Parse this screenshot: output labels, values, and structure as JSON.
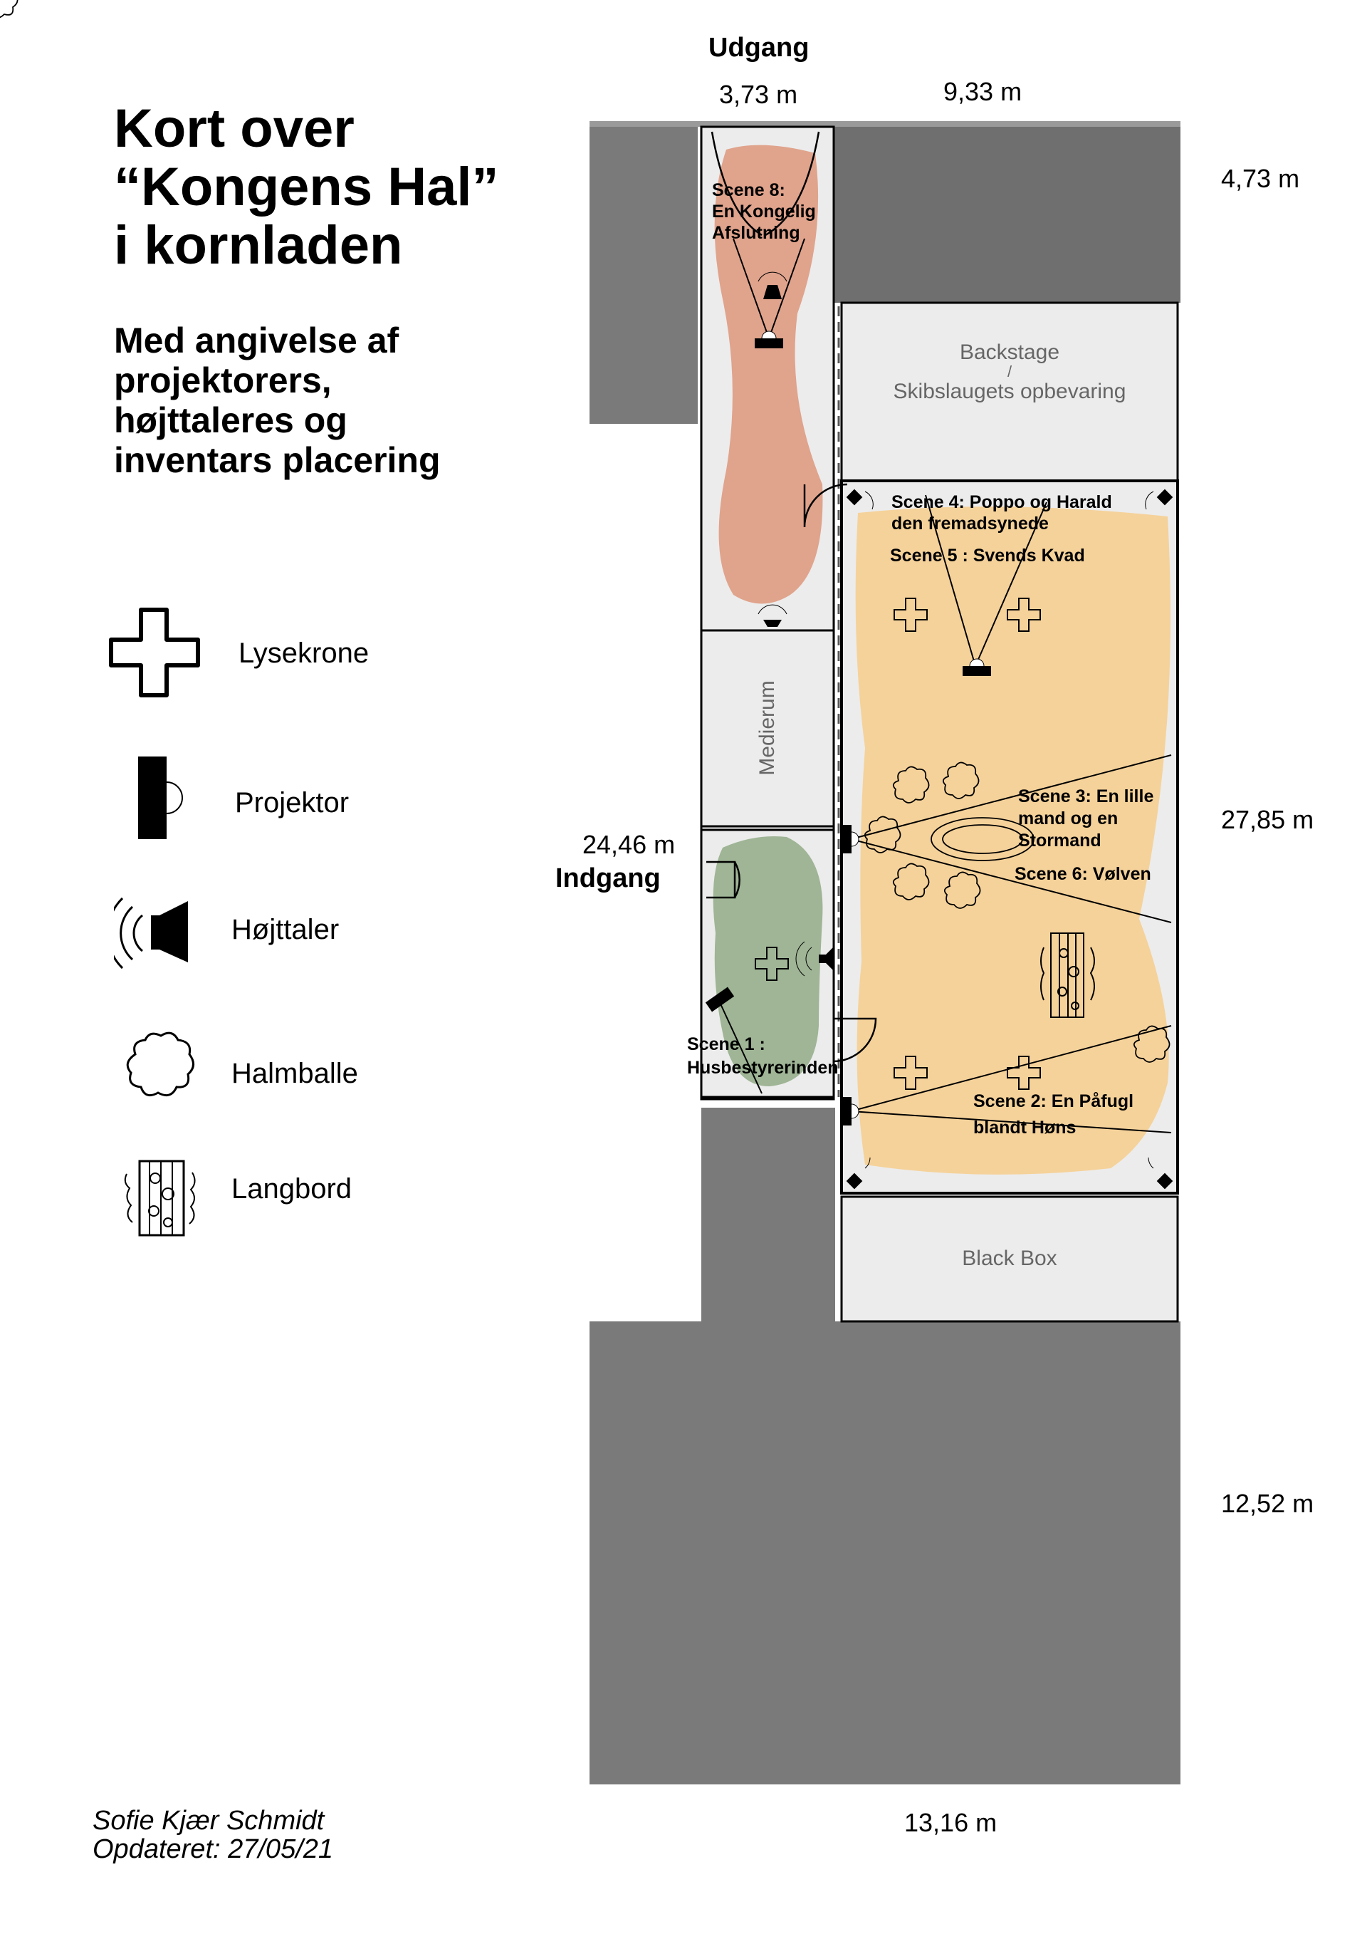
{
  "title": {
    "lines": [
      "Kort over",
      "“Kongens Hal”",
      "i kornladen"
    ]
  },
  "subtitle": {
    "lines": [
      "Med angivelse af",
      "projektorers,",
      "højttaleres og",
      "inventars placering"
    ]
  },
  "legend": [
    {
      "icon": "chandelier-icon",
      "label": "Lysekrone"
    },
    {
      "icon": "projector-icon",
      "label": "Projektor"
    },
    {
      "icon": "speaker-icon",
      "label": "Højttaler"
    },
    {
      "icon": "hay-bale-icon",
      "label": "Halmballe"
    },
    {
      "icon": "long-table-icon",
      "label": "Langbord"
    }
  ],
  "dimensions": {
    "top_left": "3,73 m",
    "top_right": "9,33 m",
    "right_top": "4,73 m",
    "right_middle": "27,85 m",
    "left_middle": "24,46 m",
    "right_bottom": "12,52 m",
    "bottom": "13,16 m"
  },
  "exits": {
    "exit": "Udgang",
    "entrance": "Indgang"
  },
  "rooms": {
    "backstage_line1": "Backstage",
    "backstage_line2": "/",
    "backstage_line3": "Skibslaugets opbevaring",
    "medierum": "Medierum",
    "black_box": "Black Box"
  },
  "scenes": {
    "scene8": [
      "Scene 8:",
      "En Kongelig",
      "Afslutning"
    ],
    "scene4": [
      "Scene 4: Poppo og Harald",
      "den fremadsynede"
    ],
    "scene5": "Scene 5 : Svends Kvad",
    "scene3": [
      "Scene 3: En lille",
      "mand og en",
      "Stormand"
    ],
    "scene6": "Scene 6: Vølven",
    "scene1": [
      "Scene 1 :",
      "Husbestyrerinden"
    ],
    "scene2": [
      "Scene 2: En Påfugl",
      "blandt Høns"
    ]
  },
  "colors": {
    "zone_scene8": "#e0a38c",
    "zone_main": "#f5d29a",
    "zone_scene1": "#9fb596",
    "wall_dark": "#7a7a7a",
    "room_light": "#ececec"
  },
  "footer": {
    "author": "Sofie Kjær Schmidt",
    "updated": "Opdateret: 27/05/21"
  }
}
